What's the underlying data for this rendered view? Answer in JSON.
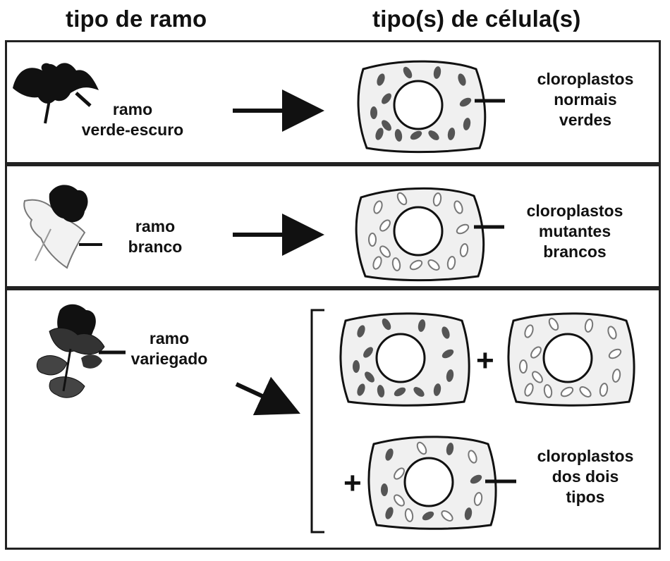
{
  "headers": {
    "left": "tipo de ramo",
    "right": "tipo(s) de célula(s)"
  },
  "rows": [
    {
      "branch_label": [
        "ramo",
        "verde-escuro"
      ],
      "chloroplast_label": [
        "cloroplastos",
        "normais",
        "verdes"
      ]
    },
    {
      "branch_label": [
        "ramo",
        "branco"
      ],
      "chloroplast_label": [
        "cloroplastos",
        "mutantes",
        "brancos"
      ]
    },
    {
      "branch_label": [
        "ramo",
        "variegado"
      ],
      "chloroplast_label": [
        "cloroplastos",
        "dos dois",
        "tipos"
      ],
      "plus_signs": [
        "+",
        "+"
      ]
    }
  ],
  "colors": {
    "leaf_dark": "#111111",
    "leaf_white": "#f2f2f2",
    "cell_fill": "#f0f0f0",
    "chloroplast_green": "#555555",
    "chloroplast_white": "#ffffff"
  }
}
